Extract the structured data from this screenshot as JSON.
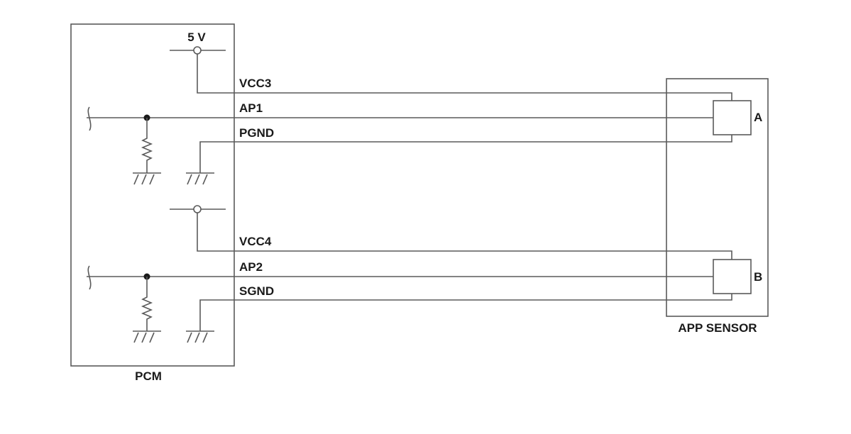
{
  "diagram": {
    "components": {
      "pcm": {
        "label": "PCM"
      },
      "sensor": {
        "label": "APP SENSOR"
      }
    },
    "supply": {
      "label": "5 V"
    },
    "sensor_elements": [
      {
        "label": "A"
      },
      {
        "label": "B"
      }
    ],
    "wires": [
      {
        "label": "VCC3"
      },
      {
        "label": "AP1"
      },
      {
        "label": "PGND"
      },
      {
        "label": "VCC4"
      },
      {
        "label": "AP2"
      },
      {
        "label": "SGND"
      }
    ]
  }
}
